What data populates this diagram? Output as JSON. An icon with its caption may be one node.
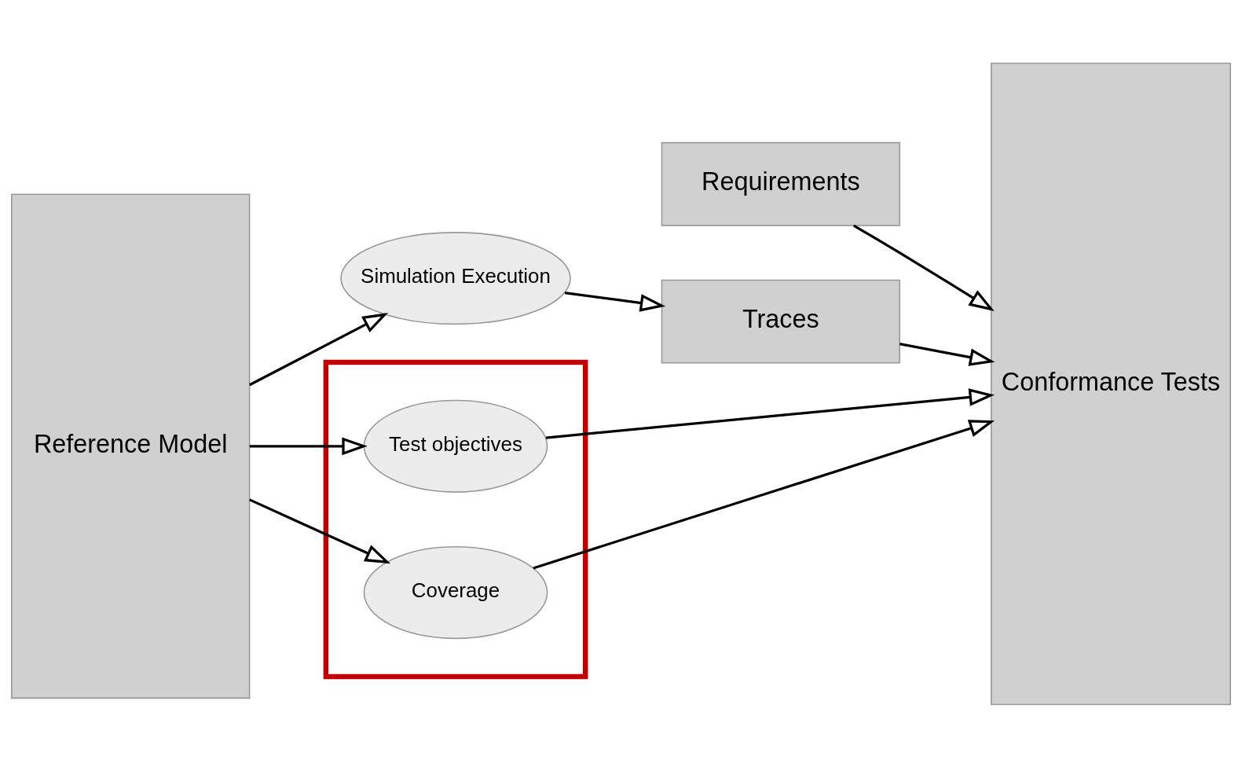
{
  "diagram": {
    "nodes": [
      {
        "text": [
          "Requirements"
        ]
      },
      {
        "text": [
          "Reference Model"
        ]
      },
      {
        "text": [
          "Simulation Execution"
        ]
      },
      {
        "text": [
          "Traces"
        ]
      },
      {
        "text": [
          "Conformance Tests"
        ]
      },
      {
        "text": [],
        "shape": "box"
      },
      {
        "text": [
          "Test objectives"
        ],
        "in": 5
      },
      {
        "text": [
          "Coverage"
        ],
        "in": 5
      }
    ],
    "edges": [
      {
        "from": 0,
        "to": 4,
        "arrow": "to"
      },
      {
        "from": 1,
        "to": 2,
        "arrow": "to"
      },
      {
        "from": 2,
        "to": 3,
        "arrow": "to"
      },
      {
        "from": 3,
        "to": 4,
        "arrow": "to"
      },
      {
        "from": 1,
        "to": 6,
        "arrow": "to"
      },
      {
        "from": 6,
        "to": 4,
        "arrow": "to"
      },
      {
        "from": 1,
        "to": 7,
        "arrow": "to"
      },
      {
        "from": 7,
        "to": 4,
        "arrow": "to"
      }
    ]
  }
}
